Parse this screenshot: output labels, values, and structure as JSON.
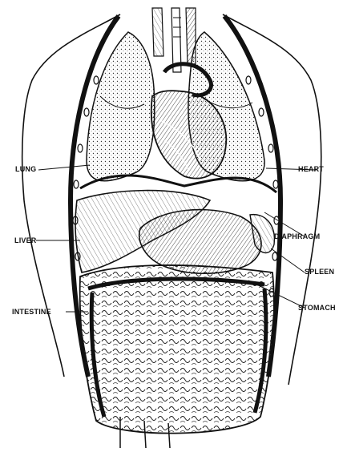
{
  "labels": {
    "lung": "LUNG",
    "heart": "HEART",
    "liver": "LIVER",
    "diaphragm": "DIAPHRAGM",
    "spleen": "SPLEEN",
    "intestine": "INTESTINE",
    "stomach": "STOMACH"
  },
  "colors": {
    "ink": "#111111",
    "paper": "#ffffff"
  }
}
